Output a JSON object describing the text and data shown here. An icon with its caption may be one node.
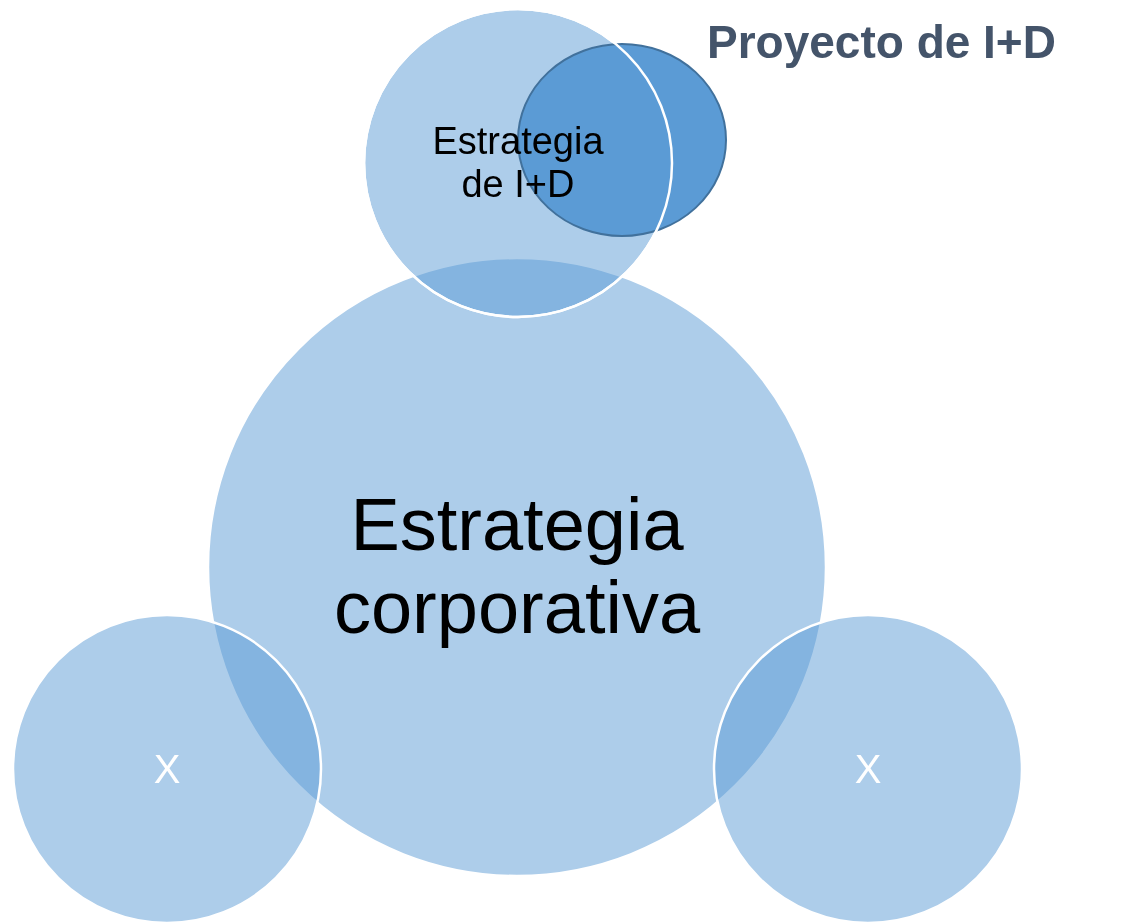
{
  "diagram": {
    "nodes": [
      {
        "text": [
          "Estrategia corporativa"
        ]
      },
      {
        "text": [
          "Estrategia de I+D"
        ]
      },
      {
        "text": [],
        "shape": "circle",
        "beside": [
          "Proyecto de I+D"
        ]
      },
      {
        "text": [
          "X"
        ]
      },
      {
        "text": [
          "X"
        ]
      }
    ]
  }
}
